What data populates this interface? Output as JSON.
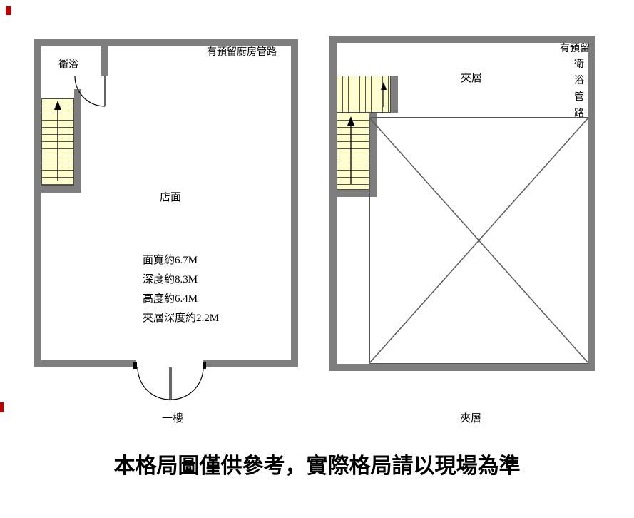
{
  "page": {
    "disclaimer": "本格局圖僅供參考，實際格局請以現場為準"
  },
  "colors": {
    "wall": "#7e7e7e",
    "stair_fill": "#ffffcc",
    "line": "#000000",
    "red_mark": "#c00000"
  },
  "first_floor": {
    "caption": "一樓",
    "room_label": "店面",
    "bathroom_label": "衛浴",
    "kitchen_note": "有預留廚房管路",
    "measurements": [
      "面寬約6.7M",
      "深度約8.3M",
      "高度約6.4M",
      "夾層深度約2.2M"
    ]
  },
  "mezzanine": {
    "caption": "夾層",
    "room_label": "夾層",
    "pipe_note_head": "有預留",
    "pipe_note_chars": [
      "衛",
      "浴",
      "管",
      "路"
    ]
  }
}
